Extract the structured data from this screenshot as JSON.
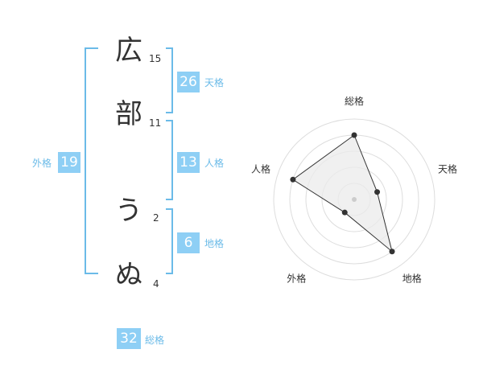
{
  "characters": [
    {
      "char": "広",
      "strokes": "15"
    },
    {
      "char": "部",
      "strokes": "11"
    },
    {
      "char": "う",
      "strokes": "2"
    },
    {
      "char": "ぬ",
      "strokes": "4"
    }
  ],
  "fortune": {
    "tenkaku": {
      "value": "26",
      "label": "天格"
    },
    "jinkaku": {
      "value": "13",
      "label": "人格"
    },
    "chikaku": {
      "value": "6",
      "label": "地格"
    },
    "gaikaku": {
      "value": "19",
      "label": "外格"
    },
    "soukaku": {
      "value": "32",
      "label": "総格"
    }
  },
  "colors": {
    "accent": "#8ecff5",
    "bracket": "#6bbbe8",
    "label": "#6bbbe8",
    "text": "#333333"
  },
  "radar": {
    "axes": [
      "総格",
      "天格",
      "地格",
      "外格",
      "人格"
    ],
    "levels": [
      0.8,
      0.3,
      0.8,
      0.2,
      0.8
    ]
  }
}
